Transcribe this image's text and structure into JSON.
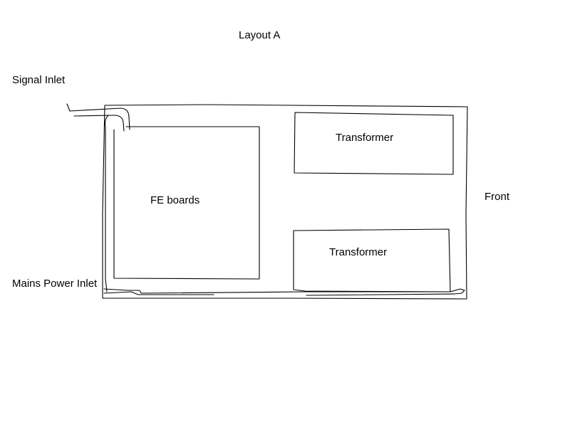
{
  "title": "Layout A",
  "labels": {
    "signal_inlet": "Signal Inlet",
    "mains_power_inlet": "Mains Power Inlet",
    "front": "Front",
    "fe_boards": "FE boards",
    "transformer_top": "Transformer",
    "transformer_bottom": "Transformer"
  },
  "colors": {
    "stroke": "#000000",
    "background": "#ffffff"
  }
}
